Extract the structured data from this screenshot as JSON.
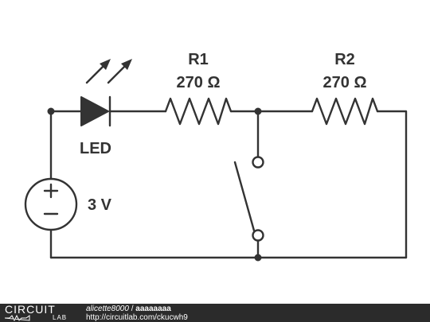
{
  "circuit": {
    "led_label": "LED",
    "r1": {
      "name": "R1",
      "value": "270 Ω"
    },
    "r2": {
      "name": "R2",
      "value": "270 Ω"
    },
    "source_label": "3 V"
  },
  "footer": {
    "logo_top": "CIRCUIT",
    "logo_bottom": "LAB",
    "user": "alicette8000",
    "separator": " / ",
    "title": "aaaaaaaa",
    "url": "http://circuitlab.com/ckucwh9"
  },
  "colors": {
    "ink": "#333333",
    "footer_bg": "#2b2b2b",
    "footer_text": "#ffffff"
  }
}
